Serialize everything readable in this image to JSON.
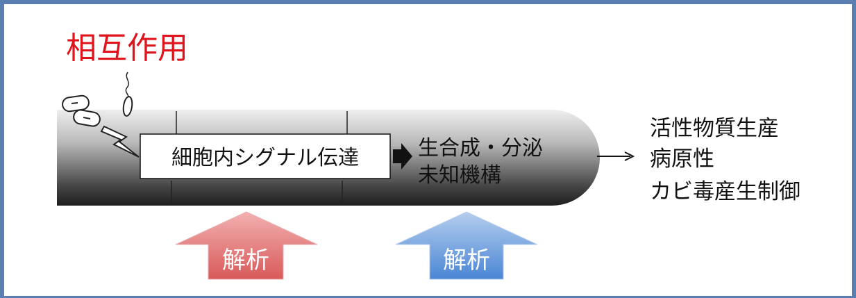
{
  "title": "相互作用",
  "process_box": "細胞内シグナル伝達",
  "mechanism_lines": [
    "生合成・分泌",
    "未知機構"
  ],
  "outputs": [
    "活性物質生産",
    "病原性",
    "カビ毒産生制御"
  ],
  "analysis_labels": [
    "解析",
    "解析"
  ],
  "colors": {
    "title_red": "#e0141c",
    "frame_blue": "#5a7fb0",
    "arrow_red_top": "#f0a0a0",
    "arrow_red_bottom": "#d85a5a",
    "arrow_blue_top": "#a8c4ec",
    "arrow_blue_bottom": "#4a86d4"
  }
}
